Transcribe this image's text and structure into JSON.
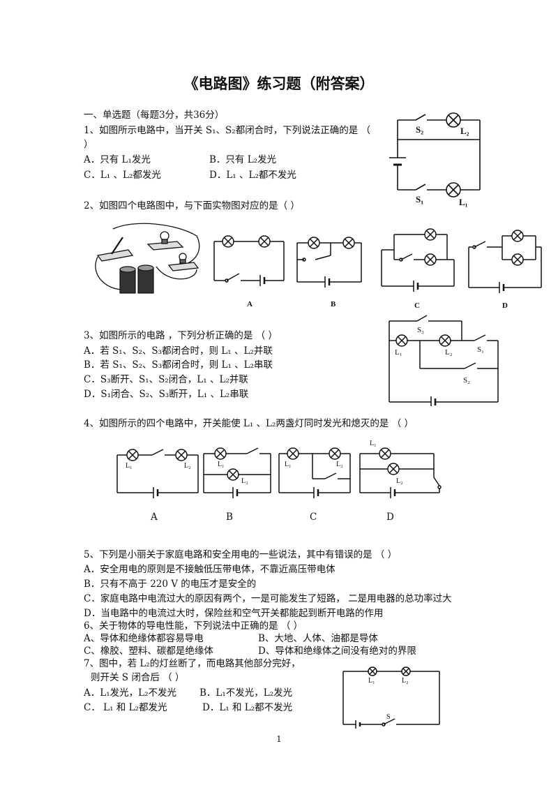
{
  "title": "《电路图》练习题（附答案）",
  "section1": "一、单选题（每题3分，共36分）",
  "q1": {
    "stem": "1、如图所示电路中，当开关 S₁、S₂都闭合时，下列说法正确的是    （",
    "stem_cont": "）",
    "a": "A．只有 L₁发光",
    "b": "B．只有 L₂发光",
    "c": "C．L₁ 、L₂都发光",
    "d": "D．L₁ 、L₂都不发光",
    "fig_s2": "S₂",
    "fig_l2": "L₂",
    "fig_s1": "S₁",
    "fig_l1": "L₁"
  },
  "q2": {
    "stem": "2、如图四个电路图中，与下面实物图对应的是（       ）",
    "label_a": "A",
    "label_b": "B",
    "label_c": "C",
    "label_d": "D"
  },
  "q3": {
    "stem": "3、如图所示的电路 ，下列分析正确的是   （       ）",
    "a": "A．若 S₁、S₂、S₃都闭合时，则 L₁ 、L₂并联",
    "b": "B．若 S₁、S₂、S₃都闭合时，则 L₁ 、L₂串联",
    "c": "C．S₃断开、S₁、S₂闭合，L₁ 、L₂并联",
    "d": "D．S₁闭合、S₂、S₃断开，L₁ 、L₂串联",
    "fig_s3": "S₃",
    "fig_l1": "L₁",
    "fig_l2": "L₂",
    "fig_s1": "S₁",
    "fig_s2": "S₂"
  },
  "q4": {
    "stem": "4、如图所示的四个电路中，开关能使 L₁ 、L₂两盏灯同时发光和熄灭的是   （       ）",
    "label_a": "A",
    "label_b": "B",
    "label_c": "C",
    "label_d": "D",
    "l1": "L₁",
    "l2": "L₂"
  },
  "q5": {
    "stem": "5、下列是小丽关于家庭电路和安全用电的一些说法，其中有错误的是  （           ）",
    "a": "A．安全用电的原则是不接触低压带电体，不靠近高压带电体",
    "b": "B．只有不高于 220 V 的电压才是安全的",
    "c": "C．家庭电路中电流过大的原因有两个，一是可能发生了短路，   二是用电器的总功率过大",
    "d": "D．当电路中的电流过大时，保险丝和空气开关都能起到断开电路的作用"
  },
  "q6": {
    "stem": "6、关于物体的导电性能，下列说法中正确的是          （        ）",
    "a": "A、导体和绝缘体都容易导电",
    "b": "B、大地、人体、油都是导体",
    "c": "C、橡胶、塑料、碳都是绝缘体",
    "d": "D、导体和绝缘体之间没有绝对的界限"
  },
  "q7": {
    "stem": "7、图中，若 L₂的灯丝断了，而电路其他部分完好，",
    "stem2": "则开关 S 闭合后   （        ）",
    "a": "A．L₁发光，L₂不发光",
    "b": "B．L₁不发光，L₂发光",
    "c": "C．  L₁ 和 L₂都发光",
    "d": "D．L₁ 和 L₂都不发光",
    "fig_l1": "L₁",
    "fig_l2": "L₂",
    "fig_s": "S"
  },
  "page_number": "1"
}
